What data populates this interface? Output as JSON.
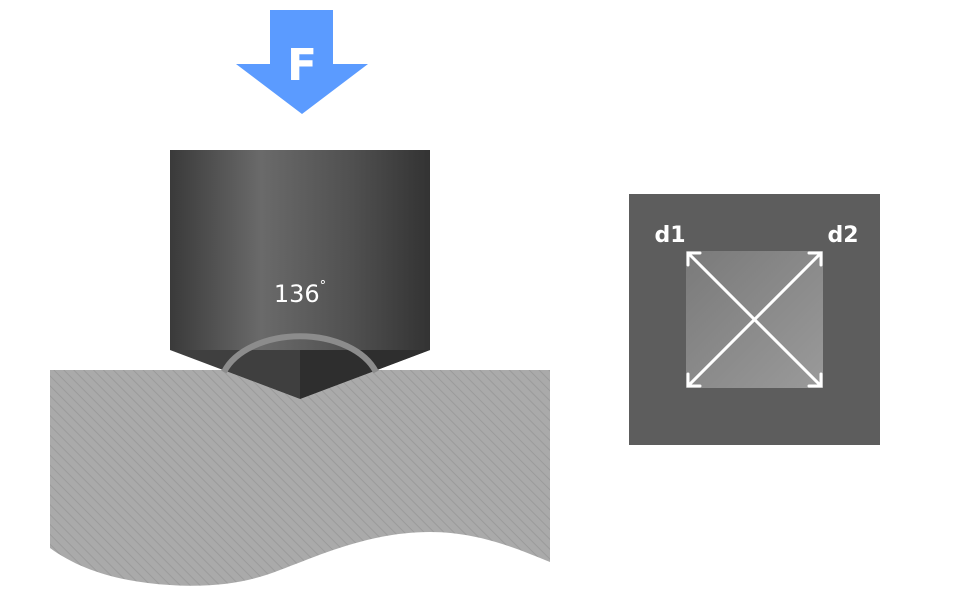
{
  "force": {
    "label": "F"
  },
  "indenter": {
    "angle_value": "136",
    "angle_unit": "°"
  },
  "impression": {
    "diagonal_1": "d1",
    "diagonal_2": "d2"
  },
  "colors": {
    "force_arrow": "#5b9bff",
    "indenter_dark": "#3c3c3c",
    "indenter_light": "#6b6b6b",
    "specimen": "#aaaaaa",
    "specimen_hatch": "#9c9c9c",
    "impression_bg": "#5d5d5d",
    "impression_square": "#8a8a8a",
    "arrow_white": "#ffffff"
  }
}
